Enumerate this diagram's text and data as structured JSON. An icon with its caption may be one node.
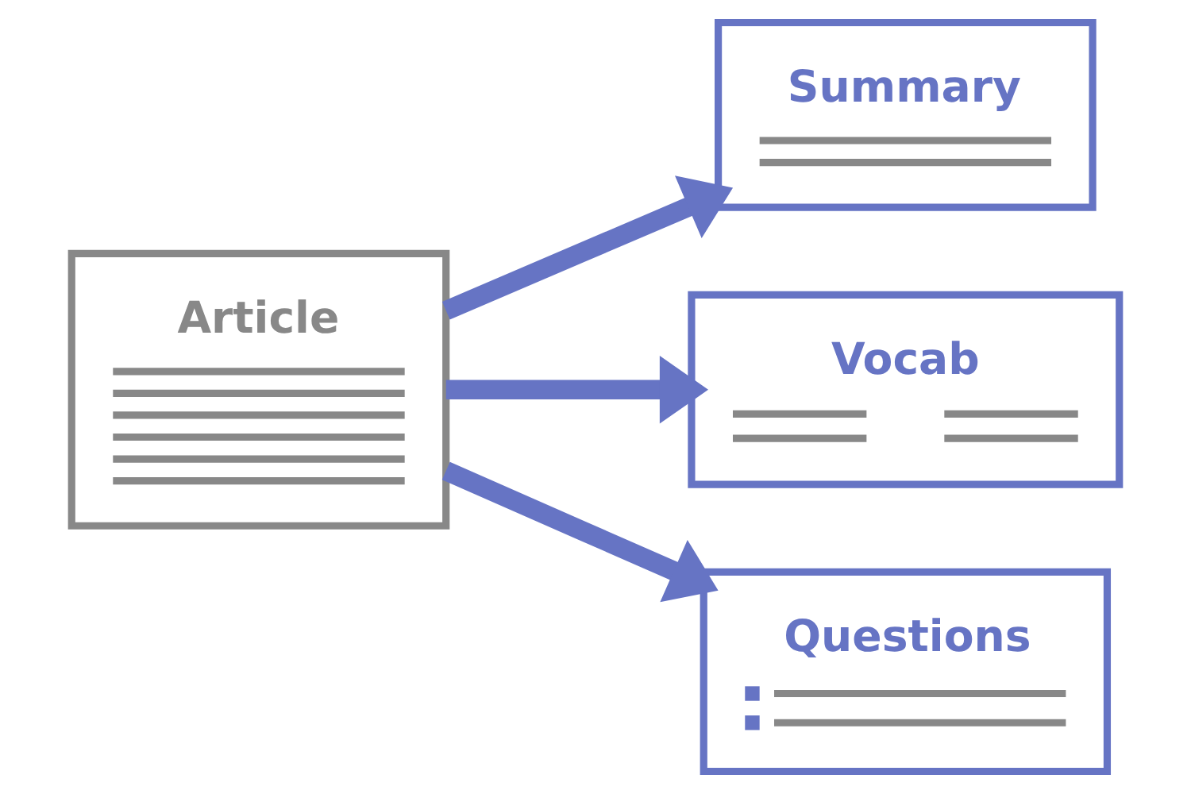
{
  "diagram": {
    "nodes": [
      {
        "text": [
          "Article"
        ]
      },
      {
        "text": [
          "Summary"
        ]
      },
      {
        "text": [
          "Vocab"
        ]
      },
      {
        "text": [
          "Questions"
        ]
      }
    ],
    "edges": [
      {
        "from": 0,
        "to": 1,
        "arrow": "to"
      },
      {
        "from": 0,
        "to": 2,
        "arrow": "to"
      },
      {
        "from": 0,
        "to": 3,
        "arrow": "to"
      }
    ]
  }
}
